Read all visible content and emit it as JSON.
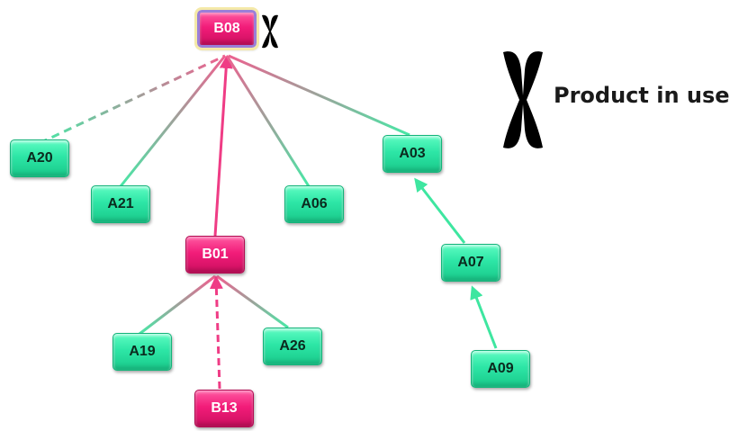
{
  "nodes": [
    {
      "id": "B08",
      "label": "B08",
      "type": "pink",
      "in_use": true
    },
    {
      "id": "A20",
      "label": "A20",
      "type": "green"
    },
    {
      "id": "A21",
      "label": "A21",
      "type": "green"
    },
    {
      "id": "A06",
      "label": "A06",
      "type": "green"
    },
    {
      "id": "A03",
      "label": "A03",
      "type": "green"
    },
    {
      "id": "B01",
      "label": "B01",
      "type": "pink"
    },
    {
      "id": "A07",
      "label": "A07",
      "type": "green"
    },
    {
      "id": "A19",
      "label": "A19",
      "type": "green"
    },
    {
      "id": "A26",
      "label": "A26",
      "type": "green"
    },
    {
      "id": "A09",
      "label": "A09",
      "type": "green"
    },
    {
      "id": "B13",
      "label": "B13",
      "type": "pink"
    }
  ],
  "edges": [
    {
      "from": "A20",
      "to": "B08",
      "style": "dashed",
      "color": "green-to-pink",
      "arrow": false
    },
    {
      "from": "A21",
      "to": "B08",
      "style": "solid",
      "color": "green-to-pink",
      "arrow": false
    },
    {
      "from": "B01",
      "to": "B08",
      "style": "solid",
      "color": "pink",
      "arrow": true
    },
    {
      "from": "A06",
      "to": "B08",
      "style": "solid",
      "color": "green-to-pink",
      "arrow": false
    },
    {
      "from": "A03",
      "to": "B08",
      "style": "solid",
      "color": "green-to-pink",
      "arrow": false
    },
    {
      "from": "A19",
      "to": "B01",
      "style": "solid",
      "color": "green-to-pink",
      "arrow": false
    },
    {
      "from": "A26",
      "to": "B01",
      "style": "solid",
      "color": "green-to-pink",
      "arrow": false
    },
    {
      "from": "B13",
      "to": "B01",
      "style": "dashed",
      "color": "pink",
      "arrow": true
    },
    {
      "from": "A07",
      "to": "A03",
      "style": "solid",
      "color": "green",
      "arrow": true
    },
    {
      "from": "A09",
      "to": "A07",
      "style": "solid",
      "color": "green",
      "arrow": true
    }
  ],
  "legend": {
    "label": "Product in use",
    "icon": "chromosome-icon"
  },
  "colors": {
    "green_node": "#2de6a6",
    "pink_node": "#f21c79",
    "green_edge": "#3ee6a0",
    "pink_edge": "#ef3c85",
    "highlight_border": "#9a7fd8",
    "highlight_glow": "#f4e9a8"
  }
}
